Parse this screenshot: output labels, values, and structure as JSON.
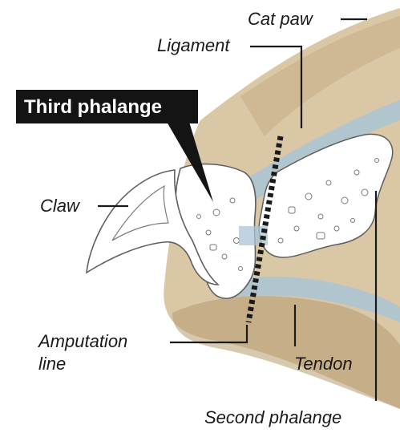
{
  "diagram": {
    "callout": "Third phalange",
    "labels": {
      "cat_paw": "Cat paw",
      "ligament": "Ligament",
      "claw": "Claw",
      "amputation_line_1": "Amputation",
      "amputation_line_2": "line",
      "tendon": "Tendon",
      "second_phalange": "Second phalange"
    }
  },
  "colors": {
    "paw": "#d9c7a6",
    "paw_shadow": "#b79b70",
    "bone": "#ffffff",
    "outline": "#5f5f5f",
    "ligament": "#a9c4d6",
    "callout_bg": "#141414",
    "line": "#1a1a1a"
  }
}
